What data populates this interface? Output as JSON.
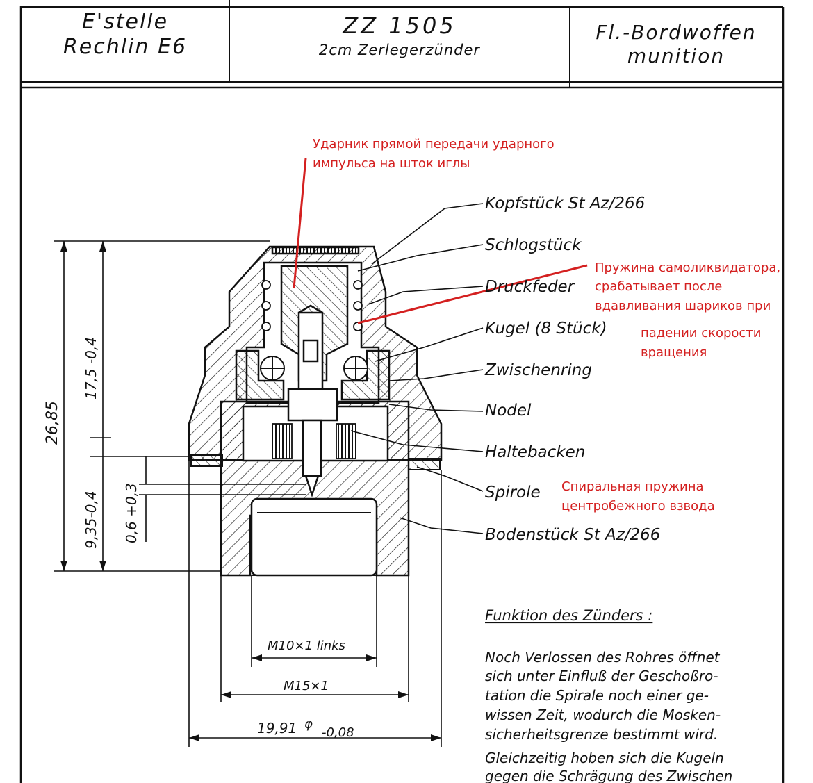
{
  "header": {
    "left_line1": "E'stelle",
    "left_line2": "Rechlin E6",
    "center_title": "ZZ 1505",
    "center_subtitle": "2cm Zerlegerzünder",
    "right_line1": "Fl.-Bordwoffen",
    "right_line2": "munition"
  },
  "part_labels": {
    "kopfstueck": "Kopfstück St Az/266",
    "schlagstueck": "Schlogstück",
    "druckfeder": "Druckfeder",
    "kugel": "Kugel (8 Stück)",
    "zwischenring": "Zwischenring",
    "nadel": "Nodel",
    "haltebacken": "Haltebacken",
    "spirale": "Spirole",
    "bodenstueck": "Bodenstück St Az/266"
  },
  "annotations": {
    "striker_line1": "Ударник прямой передачи ударного",
    "striker_line2": "импульса на шток иглы",
    "spring_line1": "Пружина самоликвидатора,",
    "spring_line2": "срабатывает после",
    "spring_line3": "вдавливания шариков при",
    "spring_line4": "падении скорости",
    "spring_line5": "вращения",
    "spiral_line1": "Спиральная пружина",
    "spiral_line2": "центробежного взвода",
    "color": "#d42020"
  },
  "dimensions": {
    "total_height": "26,85",
    "upper_height": "17,5 -0,4",
    "lower_height": "9,35-0,4",
    "small_gap": "0,6 +0,3",
    "inner_thread": "M10×1 links",
    "outer_thread": "M15×1",
    "diameter": "19,91",
    "diameter_sym": "φ",
    "diameter_tol": "-0,08"
  },
  "function_text": {
    "heading": "Funktion des Zünders :",
    "lines": [
      "Noch Verlossen des Rohres öffnet",
      "sich unter Einfluß der Geschoßro-",
      "tation die Spirale noch einer ge-",
      "wissen Zeit, wodurch die Mosken-",
      "sicherheitsgrenze bestimmt wird.",
      "Gleichzeitig hoben sich die Kugeln",
      "gegen die Schrägung des Zwischen"
    ]
  }
}
